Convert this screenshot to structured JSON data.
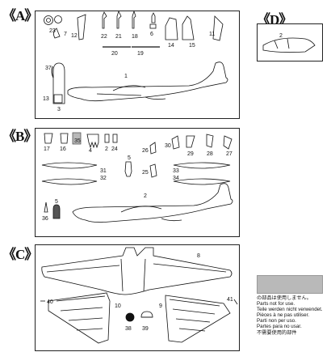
{
  "sections": [
    {
      "id": "A",
      "label": "《A》"
    },
    {
      "id": "B",
      "label": "《B》"
    },
    {
      "id": "C",
      "label": "《C》"
    },
    {
      "id": "D",
      "label": "《D》"
    }
  ],
  "part_numbers": {
    "A": [
      "23",
      "7",
      "12",
      "22",
      "21",
      "18",
      "6",
      "14",
      "15",
      "11",
      "20",
      "19",
      "37",
      "1",
      "13",
      "3"
    ],
    "B": [
      "17",
      "16",
      "35",
      "4",
      "2",
      "24",
      "26",
      "30",
      "29",
      "28",
      "27",
      "5",
      "31",
      "32",
      "33",
      "34",
      "25",
      "36",
      "5",
      "2"
    ],
    "C": [
      "8",
      "40",
      "10",
      "9",
      "41",
      "38",
      "39"
    ],
    "D": [
      "2"
    ]
  },
  "legend": {
    "lines": [
      "の部品は使用しません。",
      "Parts not for use.",
      "Teile werden nicht verwendet.",
      "Pièces à ne pas utiliser.",
      "Parti non per uso.",
      "Partes para no usar.",
      "不需要使用的部件"
    ],
    "swatch_color": "#b9b9b9"
  }
}
